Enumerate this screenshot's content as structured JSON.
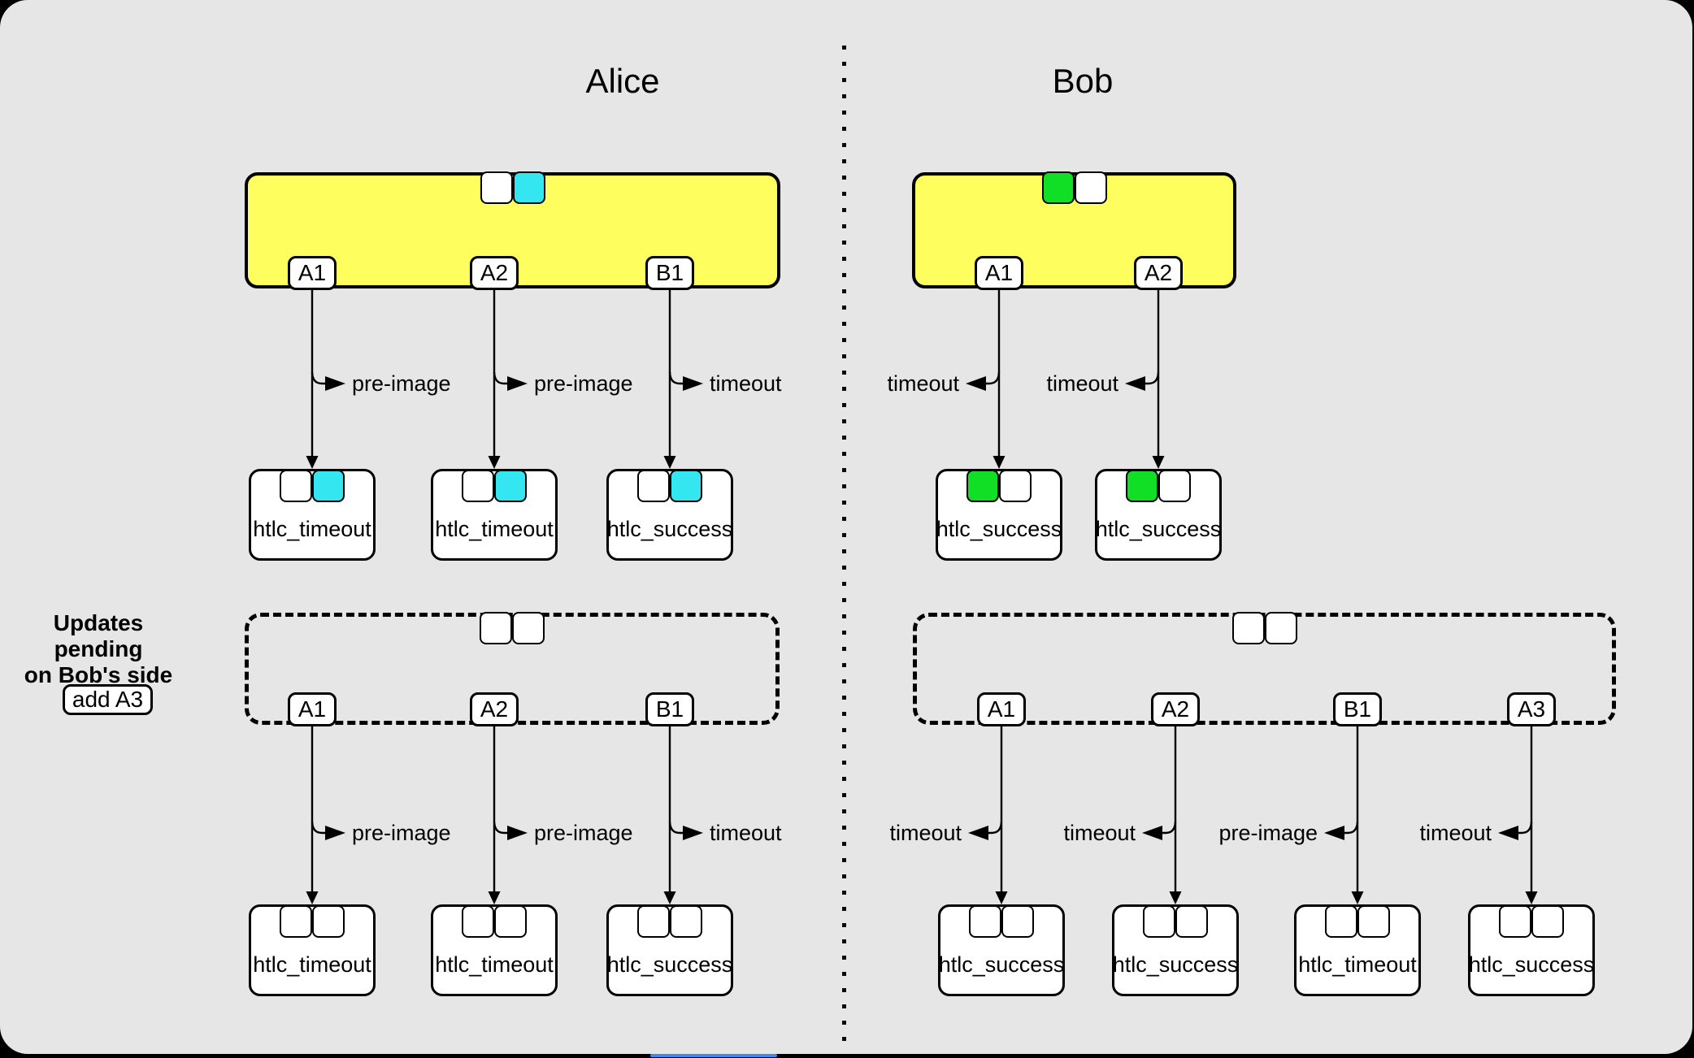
{
  "titles": {
    "alice": "Alice",
    "bob": "Bob"
  },
  "annotation": {
    "line1": "Updates pending",
    "line2": "on Bob's side"
  },
  "add_button": {
    "label": "add A3"
  },
  "colors": {
    "canvas_bg": "#e6e6e6",
    "outside_bg": "#000000",
    "commitment_fill": "#feff5e",
    "line": "#000000",
    "white": "#ffffff",
    "cyan": "#33e6f0",
    "green": "#10df26",
    "bottom_bar": "#4285f4"
  },
  "groups": [
    {
      "name": "alice-commitment-current",
      "party": "alice",
      "state": "signed",
      "squares": [
        "white",
        "cyan"
      ],
      "columns": [
        {
          "output": "A1",
          "claim": "pre-image",
          "claim_side": "right",
          "htlc": "htlc_timeout",
          "htlc_squares": [
            "white",
            "cyan"
          ]
        },
        {
          "output": "A2",
          "claim": "pre-image",
          "claim_side": "right",
          "htlc": "htlc_timeout",
          "htlc_squares": [
            "white",
            "cyan"
          ]
        },
        {
          "output": "B1",
          "claim": "timeout",
          "claim_side": "right",
          "htlc": "htlc_success",
          "htlc_squares": [
            "white",
            "cyan"
          ]
        }
      ]
    },
    {
      "name": "bob-commitment-current",
      "party": "bob",
      "state": "signed",
      "squares": [
        "green",
        "white"
      ],
      "columns": [
        {
          "output": "A1",
          "claim": "timeout",
          "claim_side": "left",
          "htlc": "htlc_success",
          "htlc_squares": [
            "green",
            "white"
          ]
        },
        {
          "output": "A2",
          "claim": "timeout",
          "claim_side": "left",
          "htlc": "htlc_success",
          "htlc_squares": [
            "green",
            "white"
          ]
        }
      ]
    },
    {
      "name": "alice-commitment-pending",
      "party": "alice",
      "state": "pending",
      "squares": [
        "white",
        "white"
      ],
      "columns": [
        {
          "output": "A1",
          "claim": "pre-image",
          "claim_side": "right",
          "htlc": "htlc_timeout",
          "htlc_squares": [
            "white",
            "white"
          ]
        },
        {
          "output": "A2",
          "claim": "pre-image",
          "claim_side": "right",
          "htlc": "htlc_timeout",
          "htlc_squares": [
            "white",
            "white"
          ]
        },
        {
          "output": "B1",
          "claim": "timeout",
          "claim_side": "right",
          "htlc": "htlc_success",
          "htlc_squares": [
            "white",
            "white"
          ]
        }
      ]
    },
    {
      "name": "bob-commitment-pending",
      "party": "bob",
      "state": "pending",
      "squares": [
        "white",
        "white"
      ],
      "columns": [
        {
          "output": "A1",
          "claim": "timeout",
          "claim_side": "left",
          "htlc": "htlc_success",
          "htlc_squares": [
            "white",
            "white"
          ]
        },
        {
          "output": "A2",
          "claim": "timeout",
          "claim_side": "left",
          "htlc": "htlc_success",
          "htlc_squares": [
            "white",
            "white"
          ]
        },
        {
          "output": "B1",
          "claim": "pre-image",
          "claim_side": "left",
          "htlc": "htlc_timeout",
          "htlc_squares": [
            "white",
            "white"
          ]
        },
        {
          "output": "A3",
          "claim": "timeout",
          "claim_side": "left",
          "htlc": "htlc_success",
          "htlc_squares": [
            "white",
            "white"
          ]
        }
      ]
    }
  ]
}
